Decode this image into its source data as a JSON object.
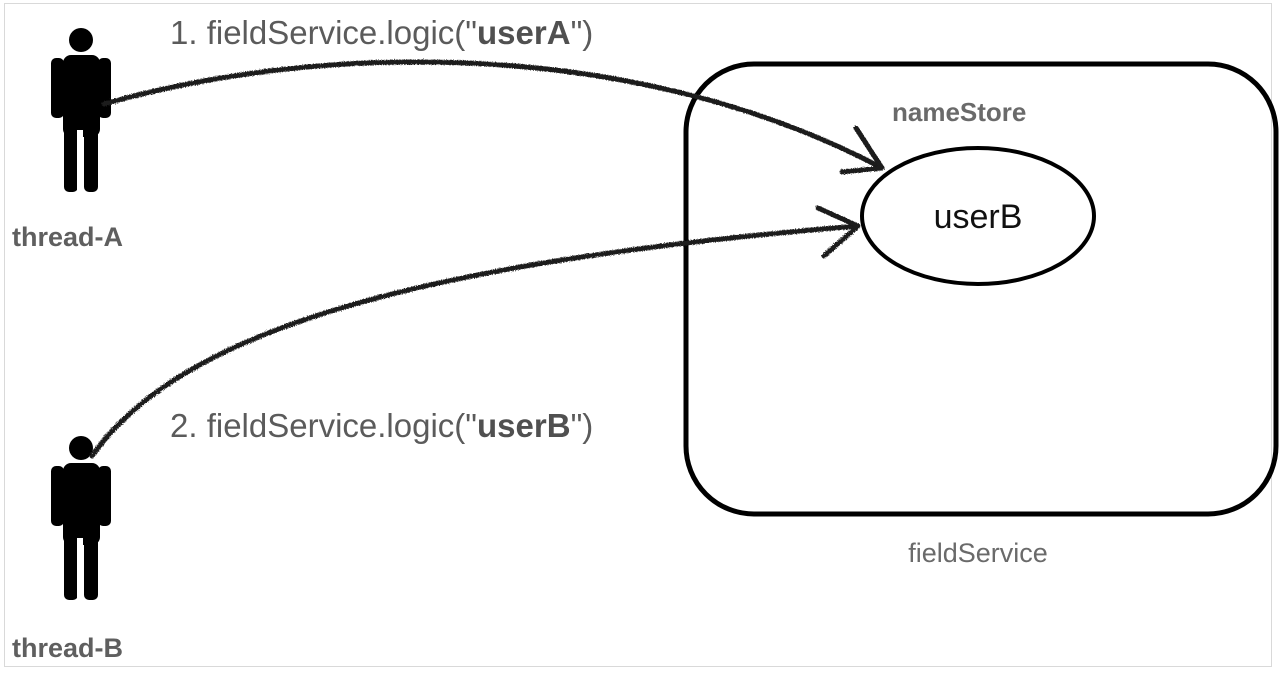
{
  "threads": [
    {
      "label": "thread-A"
    },
    {
      "label": "thread-B"
    }
  ],
  "calls": [
    {
      "prefix": "1. fieldService.logic(\"",
      "arg": "userA",
      "suffix": "\")"
    },
    {
      "prefix": "2. fieldService.logic(\"",
      "arg": "userB",
      "suffix": "\")"
    }
  ],
  "service": {
    "name": "fieldService",
    "field_name": "nameStore",
    "field_value": "userB"
  }
}
